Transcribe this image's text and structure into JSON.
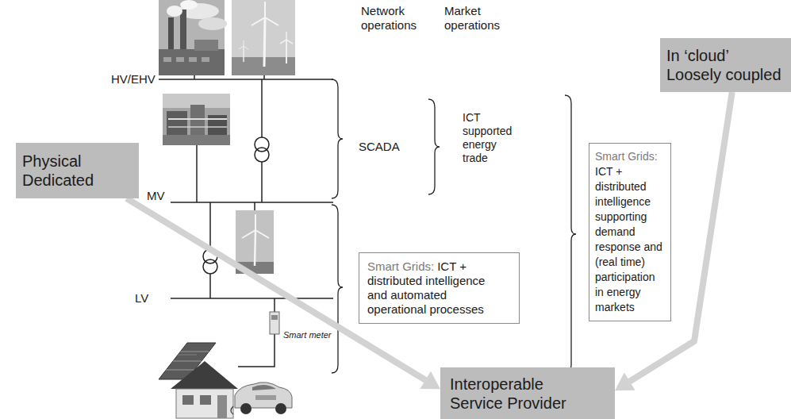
{
  "diagram": {
    "nodes": [
      {
        "text": [
          "In ‘cloud’ Loosely coupled"
        ]
      },
      {
        "text": [
          "Physical Dedicated"
        ]
      },
      {
        "text": [
          "Smart Grids:",
          "ICT + distributed intelligence supporting demand response and (real time) participation in energy markets"
        ]
      },
      {
        "text": [
          "Smart Grids:",
          "ICT + distributed intelligence and automated operational processes"
        ]
      },
      {
        "text": [
          "Interoperable Service Provider"
        ]
      }
    ],
    "edges": [
      {
        "from": 1,
        "to": 4,
        "arrow": "to"
      },
      {
        "from": 0,
        "to": 4,
        "arrow": "to"
      }
    ],
    "labels": [
      "Network operations",
      "Market operations",
      "HV/EHV",
      "SCADA",
      "ICT supported energy trade",
      "MV",
      "LV",
      "Smart meter"
    ]
  }
}
